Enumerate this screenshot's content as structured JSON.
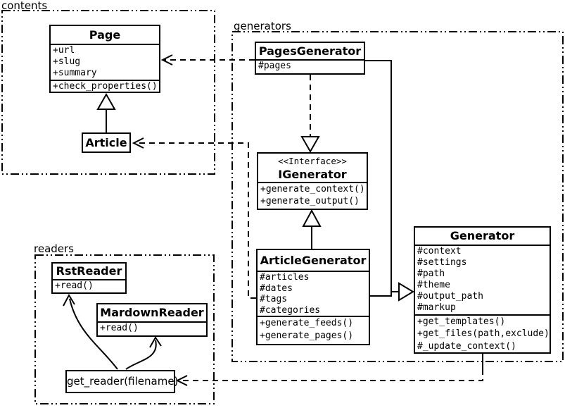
{
  "diagram": {
    "colors": {
      "line": "#000000",
      "background": "#ffffff"
    },
    "packages": {
      "contents": {
        "label": "contents"
      },
      "generators": {
        "label": "generators"
      },
      "readers": {
        "label": "readers"
      }
    },
    "classes": {
      "page": {
        "title": "Page",
        "attributes": [
          "+url",
          "+slug",
          "+summary"
        ],
        "methods": [
          "+check_properties()"
        ]
      },
      "article": {
        "title": "Article"
      },
      "pages_generator": {
        "title": "PagesGenerator",
        "attributes": [
          "#pages"
        ]
      },
      "igenerator": {
        "stereotype": "<<Interface>>",
        "title": "IGenerator",
        "methods": [
          "+generate_context()",
          "+generate_output()"
        ]
      },
      "article_generator": {
        "title": "ArticleGenerator",
        "attributes": [
          "#articles",
          "#dates",
          "#tags",
          "#categories"
        ],
        "methods": [
          "+generate_feeds()",
          "+generate_pages()"
        ]
      },
      "generator": {
        "title": "Generator",
        "attributes": [
          "#context",
          "#settings",
          "#path",
          "#theme",
          "#output_path",
          "#markup"
        ],
        "methods": [
          "+get_templates()",
          "+get_files(path,exclude)",
          "#_update_context()"
        ]
      },
      "rst_reader": {
        "title": "RstReader",
        "methods": [
          "+read()"
        ]
      },
      "mardown_reader": {
        "title": "MardownReader",
        "methods": [
          "+read()"
        ]
      },
      "get_reader": {
        "label": "get_reader(filename)"
      }
    },
    "relationships": [
      {
        "from": "Article",
        "to": "Page",
        "type": "generalization"
      },
      {
        "from": "PagesGenerator",
        "to": "Page",
        "type": "dependency"
      },
      {
        "from": "PagesGenerator",
        "to": "IGenerator",
        "type": "realization"
      },
      {
        "from": "ArticleGenerator",
        "to": "IGenerator",
        "type": "generalization"
      },
      {
        "from": "PagesGenerator",
        "to": "Generator",
        "type": "generalization"
      },
      {
        "from": "ArticleGenerator",
        "to": "Generator",
        "type": "generalization"
      },
      {
        "from": "ArticleGenerator",
        "to": "Article",
        "type": "dependency"
      },
      {
        "from": "Generator",
        "to": "get_reader(filename)",
        "type": "dependency"
      },
      {
        "from": "get_reader(filename)",
        "to": "RstReader",
        "type": "arrow"
      },
      {
        "from": "get_reader(filename)",
        "to": "MardownReader",
        "type": "arrow"
      }
    ]
  }
}
